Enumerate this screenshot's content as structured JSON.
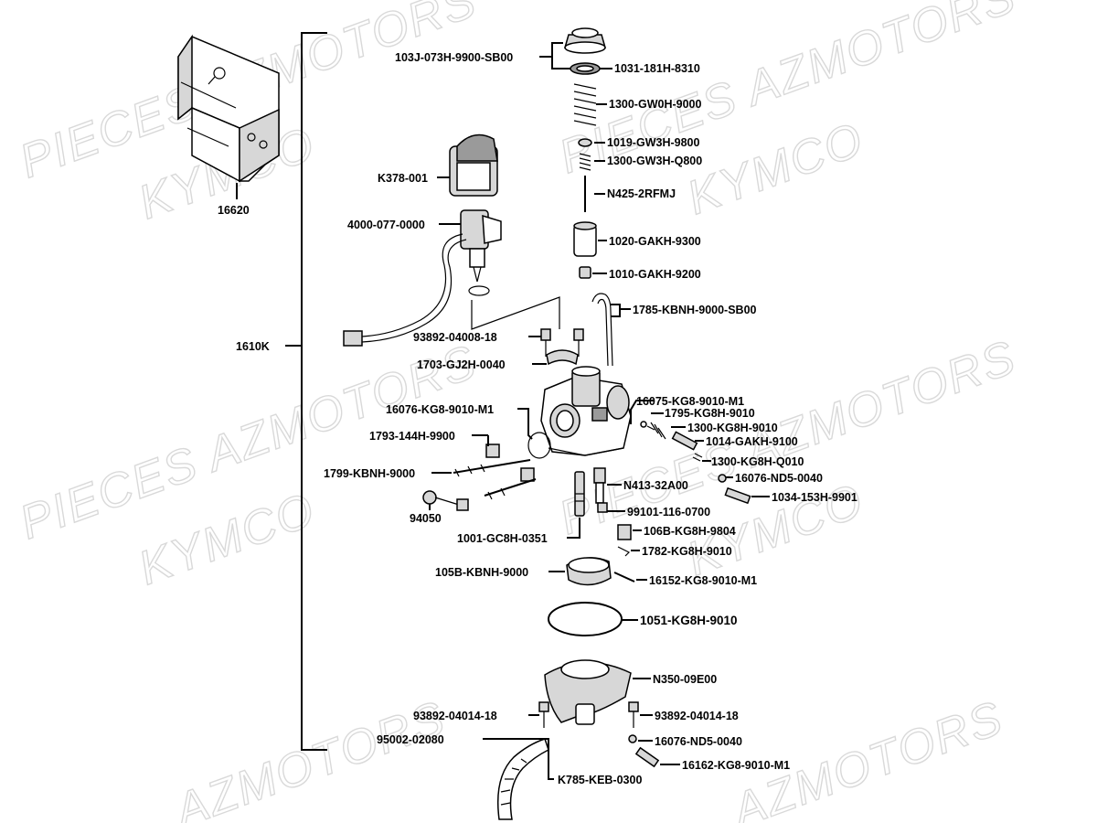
{
  "watermarks": {
    "brand_top": "PIECES AZMOTORS",
    "brand_bottom": "KYMCO",
    "brand_corner": "AZMOTORS"
  },
  "labels": {
    "group_1610k": "1610K",
    "p16620": "16620",
    "k378": "K378-001",
    "p4000": "4000-077-0000",
    "p103j": "103J-073H-9900-SB00",
    "p1031": "1031-181H-8310",
    "p1300gw0h": "1300-GW0H-9000",
    "p1019": "1019-GW3H-9800",
    "p1300gw3h": "1300-GW3H-Q800",
    "n425": "N425-2RFMJ",
    "p1020": "1020-GAKH-9300",
    "p1010": "1010-GAKH-9200",
    "p1785": "1785-KBNH-9000-SB00",
    "p93892_08": "93892-04008-18",
    "p1703": "1703-GJ2H-0040",
    "p16076_left": "16076-KG8-9010-M1",
    "p1793": "1793-144H-9900",
    "p1799": "1799-KBNH-9000",
    "p94050": "94050",
    "p16075": "16075-KG8-9010-M1",
    "p1795": "1795-KG8H-9010",
    "p1300kg8h": "1300-KG8H-9010",
    "p1014": "1014-GAKH-9100",
    "p1300q010": "1300-KG8H-Q010",
    "p16076nd5_top": "16076-ND5-0040",
    "p1034": "1034-153H-9901",
    "n413": "N413-32A00",
    "p99101": "99101-116-0700",
    "p1001": "1001-GC8H-0351",
    "p106b": "106B-KG8H-9804",
    "p1782": "1782-KG8H-9010",
    "p105b": "105B-KBNH-9000",
    "p16152": "16152-KG8-9010-M1",
    "p1051": "1051-KG8H-9010",
    "n350": "N350-09E00",
    "p93892_14_left": "93892-04014-18",
    "p93892_14_right": "93892-04014-18",
    "p95002": "95002-02080",
    "p16076nd5_bottom": "16076-ND5-0040",
    "p16162": "16162-KG8-9010-M1",
    "k785": "K785-KEB-0300"
  }
}
